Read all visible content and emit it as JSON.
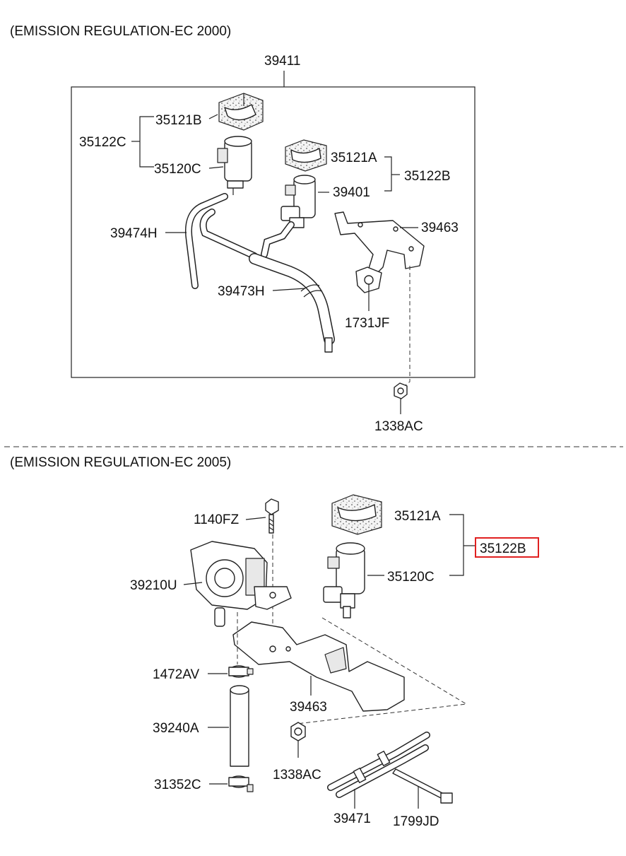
{
  "sections": {
    "ec2000": {
      "header": "(EMISSION REGULATION-EC 2000)"
    },
    "ec2005": {
      "header": "(EMISSION REGULATION-EC 2005)"
    }
  },
  "top_labels": {
    "assy": "39411",
    "cap_b": "35121B",
    "kit_c": "35122C",
    "valve_c": "35120C",
    "cap_a": "35121A",
    "kit_b": "35122B",
    "valve": "39401",
    "bracket": "39463",
    "hose_h4": "39474H",
    "hose_h3": "39473H",
    "bolt": "1731JF",
    "nut": "1338AC"
  },
  "bottom_labels": {
    "screw": "1140FZ",
    "cap_a": "35121A",
    "kit_b": "35122B",
    "sensor": "39210U",
    "valve_c": "35120C",
    "clamp_a": "1472AV",
    "bracket": "39463",
    "hose_a": "39240A",
    "nut": "1338AC",
    "clamp_c": "31352C",
    "hose_set": "39471",
    "tie": "1799JD"
  },
  "highlight_color": "#e02020"
}
